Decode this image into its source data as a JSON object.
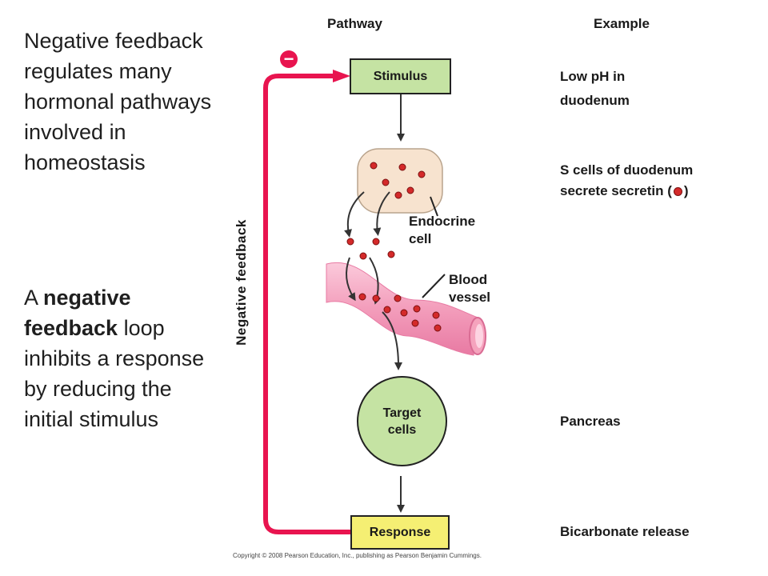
{
  "intro": {
    "para1": "Negative feedback regulates many hormonal pathways involved in homeostasis",
    "para2_pre": "A ",
    "para2_bold": "negative feedback",
    "para2_post": " loop inhibits a response by reducing the initial stimulus"
  },
  "diagram": {
    "col_pathway": "Pathway",
    "col_example": "Example",
    "minus_sign": "−",
    "stimulus": "Stimulus",
    "endocrine_label_1": "Endocrine",
    "endocrine_label_2": "cell",
    "vessel_label_1": "Blood",
    "vessel_label_2": "vessel",
    "target_1": "Target",
    "target_2": "cells",
    "response": "Response",
    "loop_label": "Negative feedback",
    "colors": {
      "loop": "#e8144f",
      "hormone": "#d42a2a",
      "vessel": "#f5a3bd"
    }
  },
  "examples": {
    "stimulus_1": "Low pH in",
    "stimulus_2": "duodenum",
    "endocrine_1": "S cells of duodenum",
    "endocrine_2_pre": "secrete secretin (",
    "endocrine_2_post": ")",
    "target": "Pancreas",
    "response": "Bicarbonate release"
  },
  "copyright": "Copyright © 2008 Pearson Education, Inc., publishing as Pearson Benjamin Cummings."
}
